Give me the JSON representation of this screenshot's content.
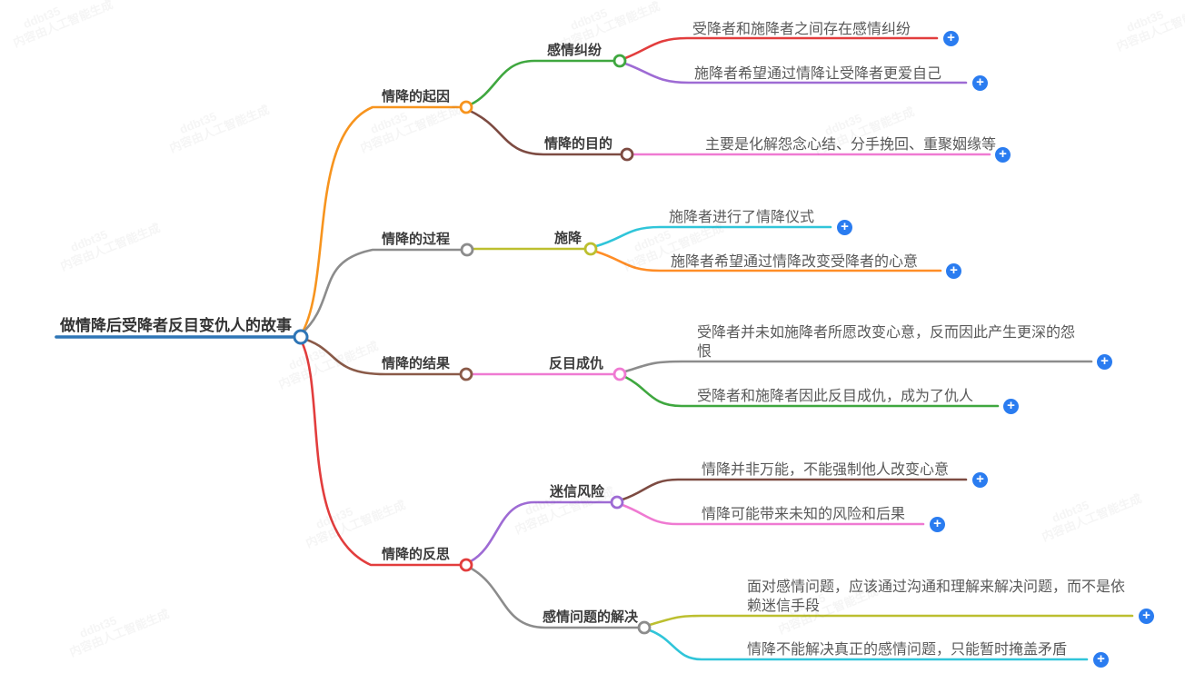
{
  "root": {
    "label": "做情降后受降者反目变仇人的故事"
  },
  "branches": [
    {
      "label": "情降的起因",
      "children": [
        {
          "label": "感情纠纷",
          "children": [
            {
              "label": "受降者和施降者之间存在感情纠纷"
            },
            {
              "label": "施降者希望通过情降让受降者更爱自己"
            }
          ]
        },
        {
          "label": "情降的目的",
          "children": [
            {
              "label": "主要是化解怨念心结、分手挽回、重聚姻缘等"
            }
          ]
        }
      ]
    },
    {
      "label": "情降的过程",
      "children": [
        {
          "label": "施降",
          "children": [
            {
              "label": "施降者进行了情降仪式"
            },
            {
              "label": "施降者希望通过情降改变受降者的心意"
            }
          ]
        }
      ]
    },
    {
      "label": "情降的结果",
      "children": [
        {
          "label": "反目成仇",
          "children": [
            {
              "label": "受降者并未如施降者所愿改变心意，反而因此产生更深的怨恨"
            },
            {
              "label": "受降者和施降者因此反目成仇，成为了仇人"
            }
          ]
        }
      ]
    },
    {
      "label": "情降的反思",
      "children": [
        {
          "label": "迷信风险",
          "children": [
            {
              "label": "情降并非万能，不能强制他人改变心意"
            },
            {
              "label": "情降可能带来未知的风险和后果"
            }
          ]
        },
        {
          "label": "感情问题的解决",
          "children": [
            {
              "label": "面对感情问题，应该通过沟通和理解来解决问题，而不是依赖迷信手段"
            },
            {
              "label": "情降不能解决真正的感情问题，只能暂时掩盖矛盾"
            }
          ]
        }
      ]
    }
  ],
  "icons": {
    "expand": "+"
  },
  "watermark": {
    "line1": "ddbt35",
    "line2": "内容由人工智能生成"
  },
  "colors": {
    "blue": "#2e75b6",
    "orange": "#f7941e",
    "green": "#3fa73f",
    "red": "#e23d3d",
    "purple": "#9e6bd4",
    "maroon": "#7d4b42",
    "pink": "#ef7ad2",
    "gray": "#8c8c8c",
    "olive": "#bcbf2f",
    "cyan": "#30c5d9",
    "orange2": "#ff8d26",
    "brown": "#8a5a48",
    "badge": "#2a7cf0"
  }
}
